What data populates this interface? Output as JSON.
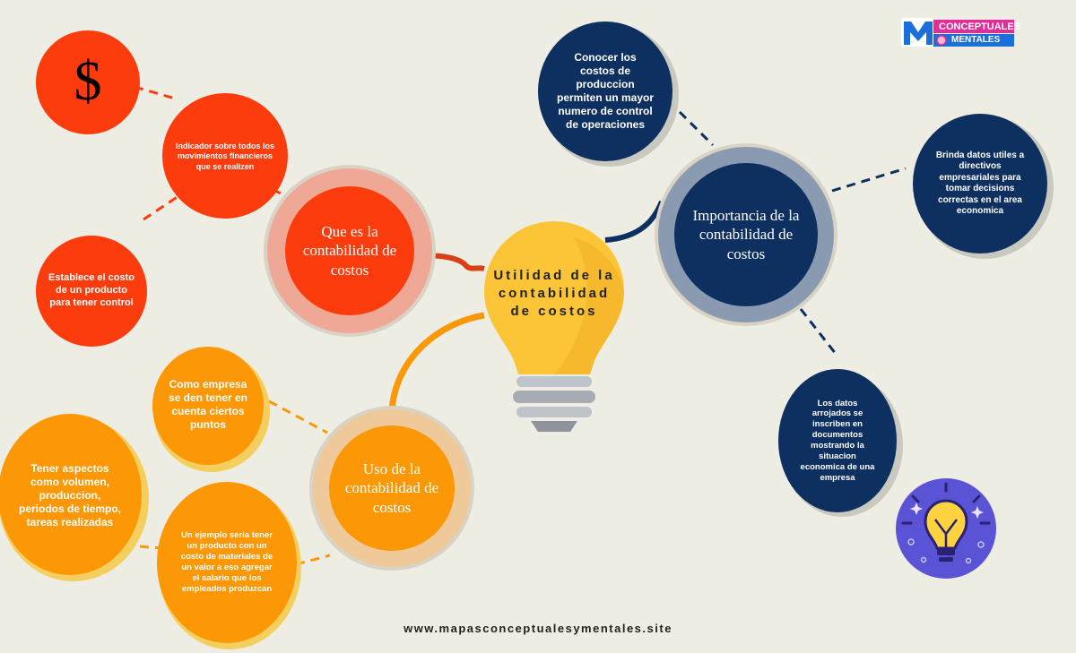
{
  "logo": {
    "word1": "CONCEPTUALES",
    "word2": "MENTALES"
  },
  "center": {
    "title": "Utilidad de la contabilidad de costos"
  },
  "red_branch": {
    "hub_label": "Que es la contabilidad de costos",
    "symbol": "$",
    "node1": "Indicador sobre todos los movimientos financieros que se realizen",
    "node2": "Establece el costo de un producto para tener control"
  },
  "orange_branch": {
    "hub_label": "Uso de la contabilidad de costos",
    "node1": "Como empresa se den tener en cuenta ciertos puntos",
    "node2": "Tener aspectos como volumen, produccion, periodos de tiempo, tareas realizadas",
    "node3": "Un ejemplo seria tener un producto con un costo de materiales de un valor a eso agregar el salario que los empleados produzcan"
  },
  "blue_branch": {
    "hub_label": "Importancia de la contabilidad de costos",
    "node1": "Conocer los costos de produccion permiten un mayor numero de control de operaciones",
    "node2": "Brinda datos utiles a directivos empresariales para tomar decisions correctas en el area economica",
    "node3": "Los datos arrojados se inscriben en documentos mostrando la situacion economica de una empresa"
  },
  "footer": {
    "url": "www.mapasconceptualesymentales.site"
  },
  "colors": {
    "background": "#eeede3",
    "red": "#fc3c0c",
    "red_ring": "#f0a896",
    "orange": "#fc9706",
    "orange_ring": "#efc99a",
    "navy": "#0d3060",
    "navy_ring": "#8a9ab0",
    "bulb": "#fcc537"
  },
  "icons": [
    "lightbulb-icon",
    "idea-bulb-icon",
    "dollar-sign-icon"
  ]
}
